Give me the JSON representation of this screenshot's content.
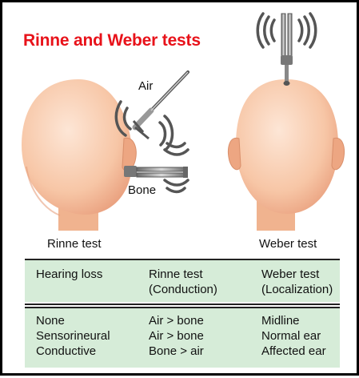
{
  "title": "Rinne and Weber tests",
  "colors": {
    "title": "#e8121a",
    "skin_light": "#fbd9c2",
    "skin_dark": "#eea886",
    "table_bg": "#d6ecd8",
    "fork": "#888888",
    "waves": "#5a5a5a"
  },
  "labels": {
    "air": "Air",
    "bone": "Bone"
  },
  "captions": {
    "rinne": "Rinne test",
    "weber": "Weber test"
  },
  "table": {
    "headers": [
      {
        "line1": "Hearing loss",
        "line2": ""
      },
      {
        "line1": "Rinne test",
        "line2": "(Conduction)"
      },
      {
        "line1": "Weber test",
        "line2": "(Localization)"
      }
    ],
    "rows": [
      [
        "None",
        "Air > bone",
        "Midline"
      ],
      [
        "Sensorineural",
        "Air > bone",
        "Normal ear"
      ],
      [
        "Conductive",
        "Bone > air",
        "Affected ear"
      ]
    ]
  },
  "icons": [
    "rinne-head-icon",
    "weber-head-icon",
    "tuning-fork-air-icon",
    "tuning-fork-bone-icon",
    "tuning-fork-vertex-icon",
    "sound-waves-icon"
  ]
}
